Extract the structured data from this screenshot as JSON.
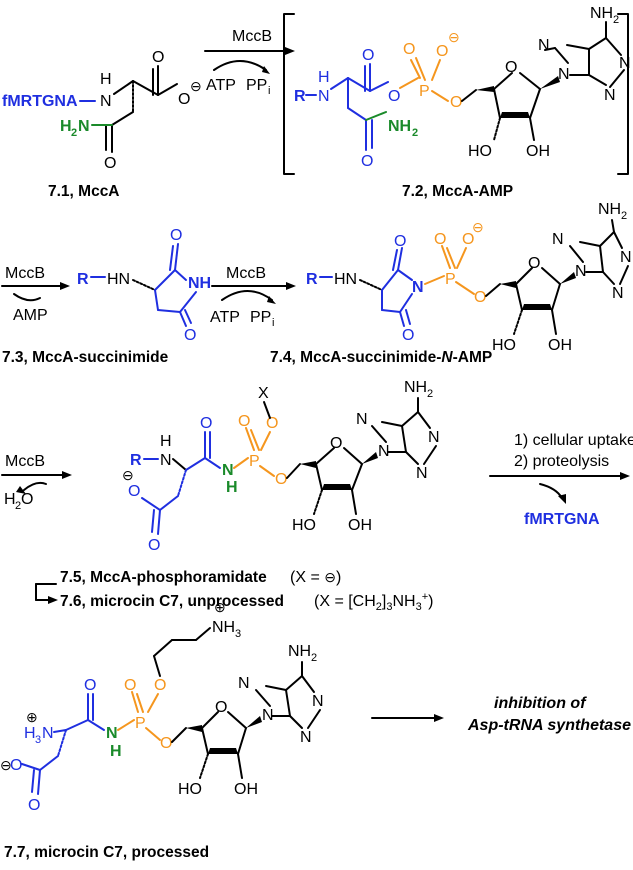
{
  "reagents": {
    "mccb_1": "MccB",
    "atp_1": "ATP",
    "ppi_1": "PP",
    "mccb_2": "MccB",
    "amp": "AMP",
    "mccb_3": "MccB",
    "atp_2": "ATP",
    "ppi_2": "PP",
    "mccb_4": "MccB",
    "h2o": "H",
    "uptake_1": "1) cellular uptake",
    "uptake_2": "2) proteolysis",
    "peptide_released": "fMRTGNA"
  },
  "compounds": {
    "c71_label": "7.1, MccA",
    "c72_label": "7.2, MccA-AMP",
    "c73_label": "7.3, MccA-succinimide",
    "c74_label_a": "7.4, MccA-succinimide-",
    "c74_label_n": "N",
    "c74_label_b": "-AMP",
    "c75_label": "7.5, MccA-phosphoramidate",
    "c75_x": "(X = ",
    "c76_label": "7.6, microcin C7, unprocessed",
    "c76_x": "(X = [CH",
    "c77_label": "7.7, microcin C7, processed"
  },
  "atoms": {
    "peptide": "fMRTGNA",
    "r": "R",
    "nh": "NH",
    "n": "N",
    "h": "H",
    "o": "O",
    "p": "P",
    "x": "X",
    "ho": "HO",
    "oh": "OH",
    "nh2": "NH",
    "h2n": "H",
    "nh3": "NH",
    "h3n": "H"
  },
  "outcome": {
    "line1": "inhibition of",
    "line2": "Asp-tRNA synthetase"
  }
}
